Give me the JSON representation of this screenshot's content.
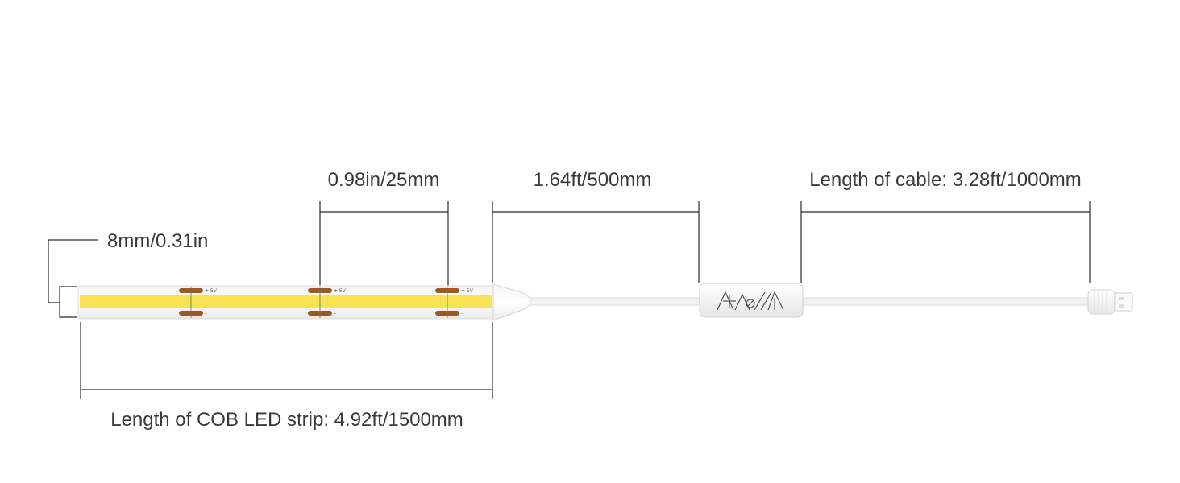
{
  "dimensions": {
    "strip_width": "8mm/0.31in",
    "cut_interval": "0.98in/25mm",
    "lead_wire": "1.64ft/500mm",
    "cable_length": "Length of cable: 3.28ft/1000mm",
    "strip_length": "Length of COB LED strip: 4.92ft/1500mm"
  },
  "strip": {
    "led_color": "#f7e34f",
    "pad_color": "#9b5a24",
    "pad_positive_label": "+ 5V",
    "pad_negative_label": "–"
  },
  "controller": {
    "icons": [
      "power-icon",
      "dimmer-icon",
      "brightness-up-icon"
    ]
  },
  "connector": {
    "icon": "usb-plug-icon"
  }
}
